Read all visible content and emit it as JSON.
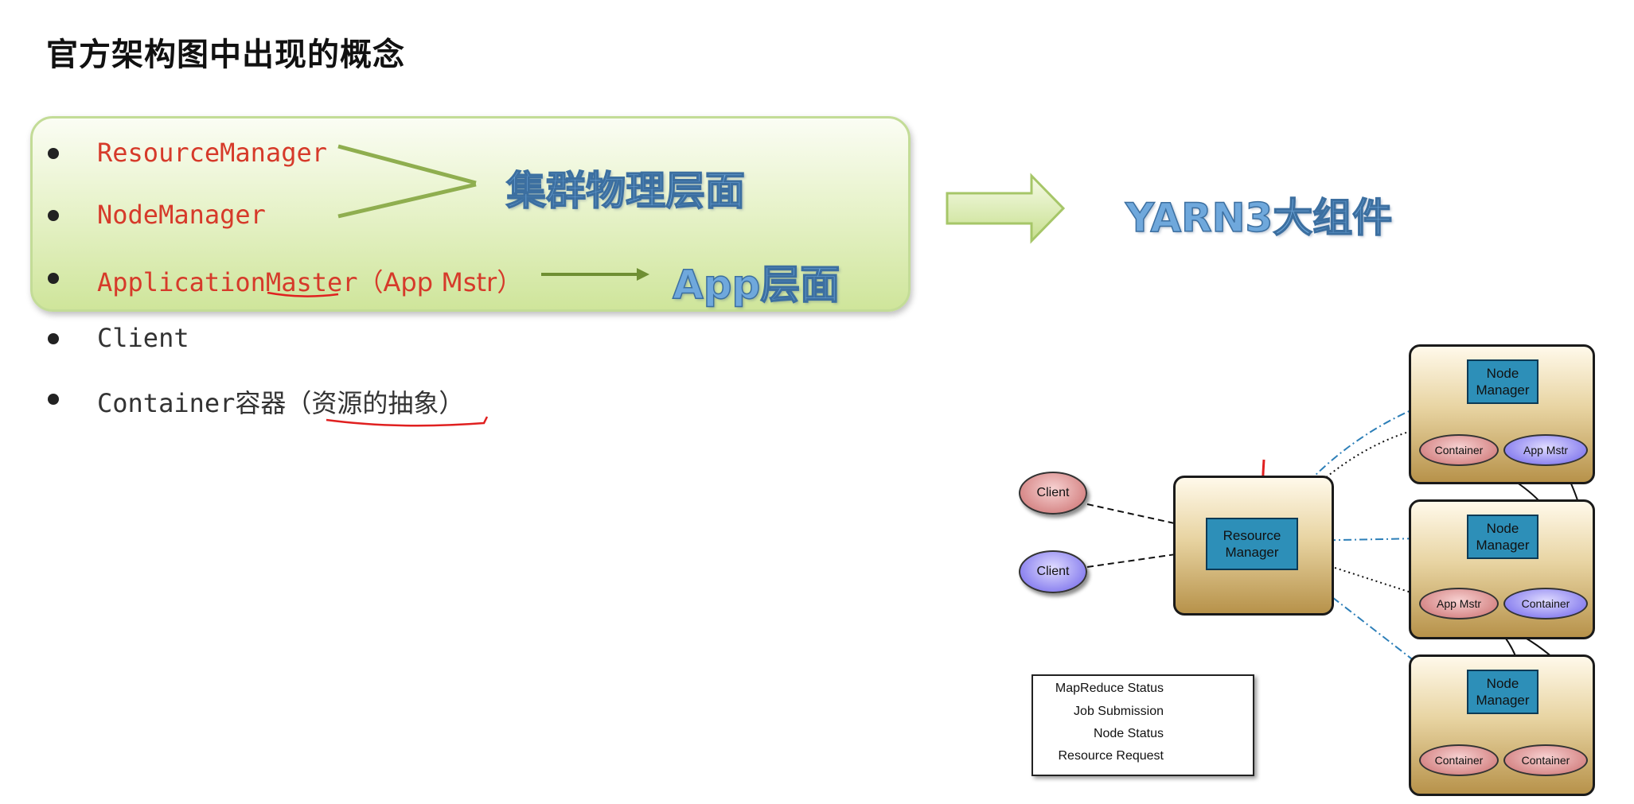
{
  "title": "官方架构图中出现的概念",
  "concepts": [
    {
      "label": "ResourceManager",
      "suffix": ""
    },
    {
      "label": "NodeManager",
      "suffix": ""
    },
    {
      "label": "ApplicationMaster",
      "suffix": "（App Mstr）"
    },
    {
      "label": "Client",
      "suffix": ""
    },
    {
      "label": "Container",
      "suffix": "容器（资源的抽象）"
    }
  ],
  "annotations": {
    "cluster_layer": "集群物理层面",
    "app_layer": "App层面",
    "yarn_components": "YARN3大组件"
  },
  "diagram": {
    "clients": [
      "Client",
      "Client"
    ],
    "resource_manager": "Resource\nManager",
    "node_managers": [
      {
        "label": "Node\nManager",
        "left": "Container",
        "right": "App Mstr"
      },
      {
        "label": "Node\nManager",
        "left": "App Mstr",
        "right": "Container"
      },
      {
        "label": "Node\nManager",
        "left": "Container",
        "right": "Container"
      }
    ],
    "legend": [
      "MapReduce Status",
      "Job Submission",
      "Node Status",
      "Resource Request"
    ]
  },
  "colors": {
    "concept_red": "#d63a2a",
    "label_blue": "#6fa8dc",
    "annotation_red": "#e02020",
    "node_status_blue": "#2d7fb8"
  }
}
